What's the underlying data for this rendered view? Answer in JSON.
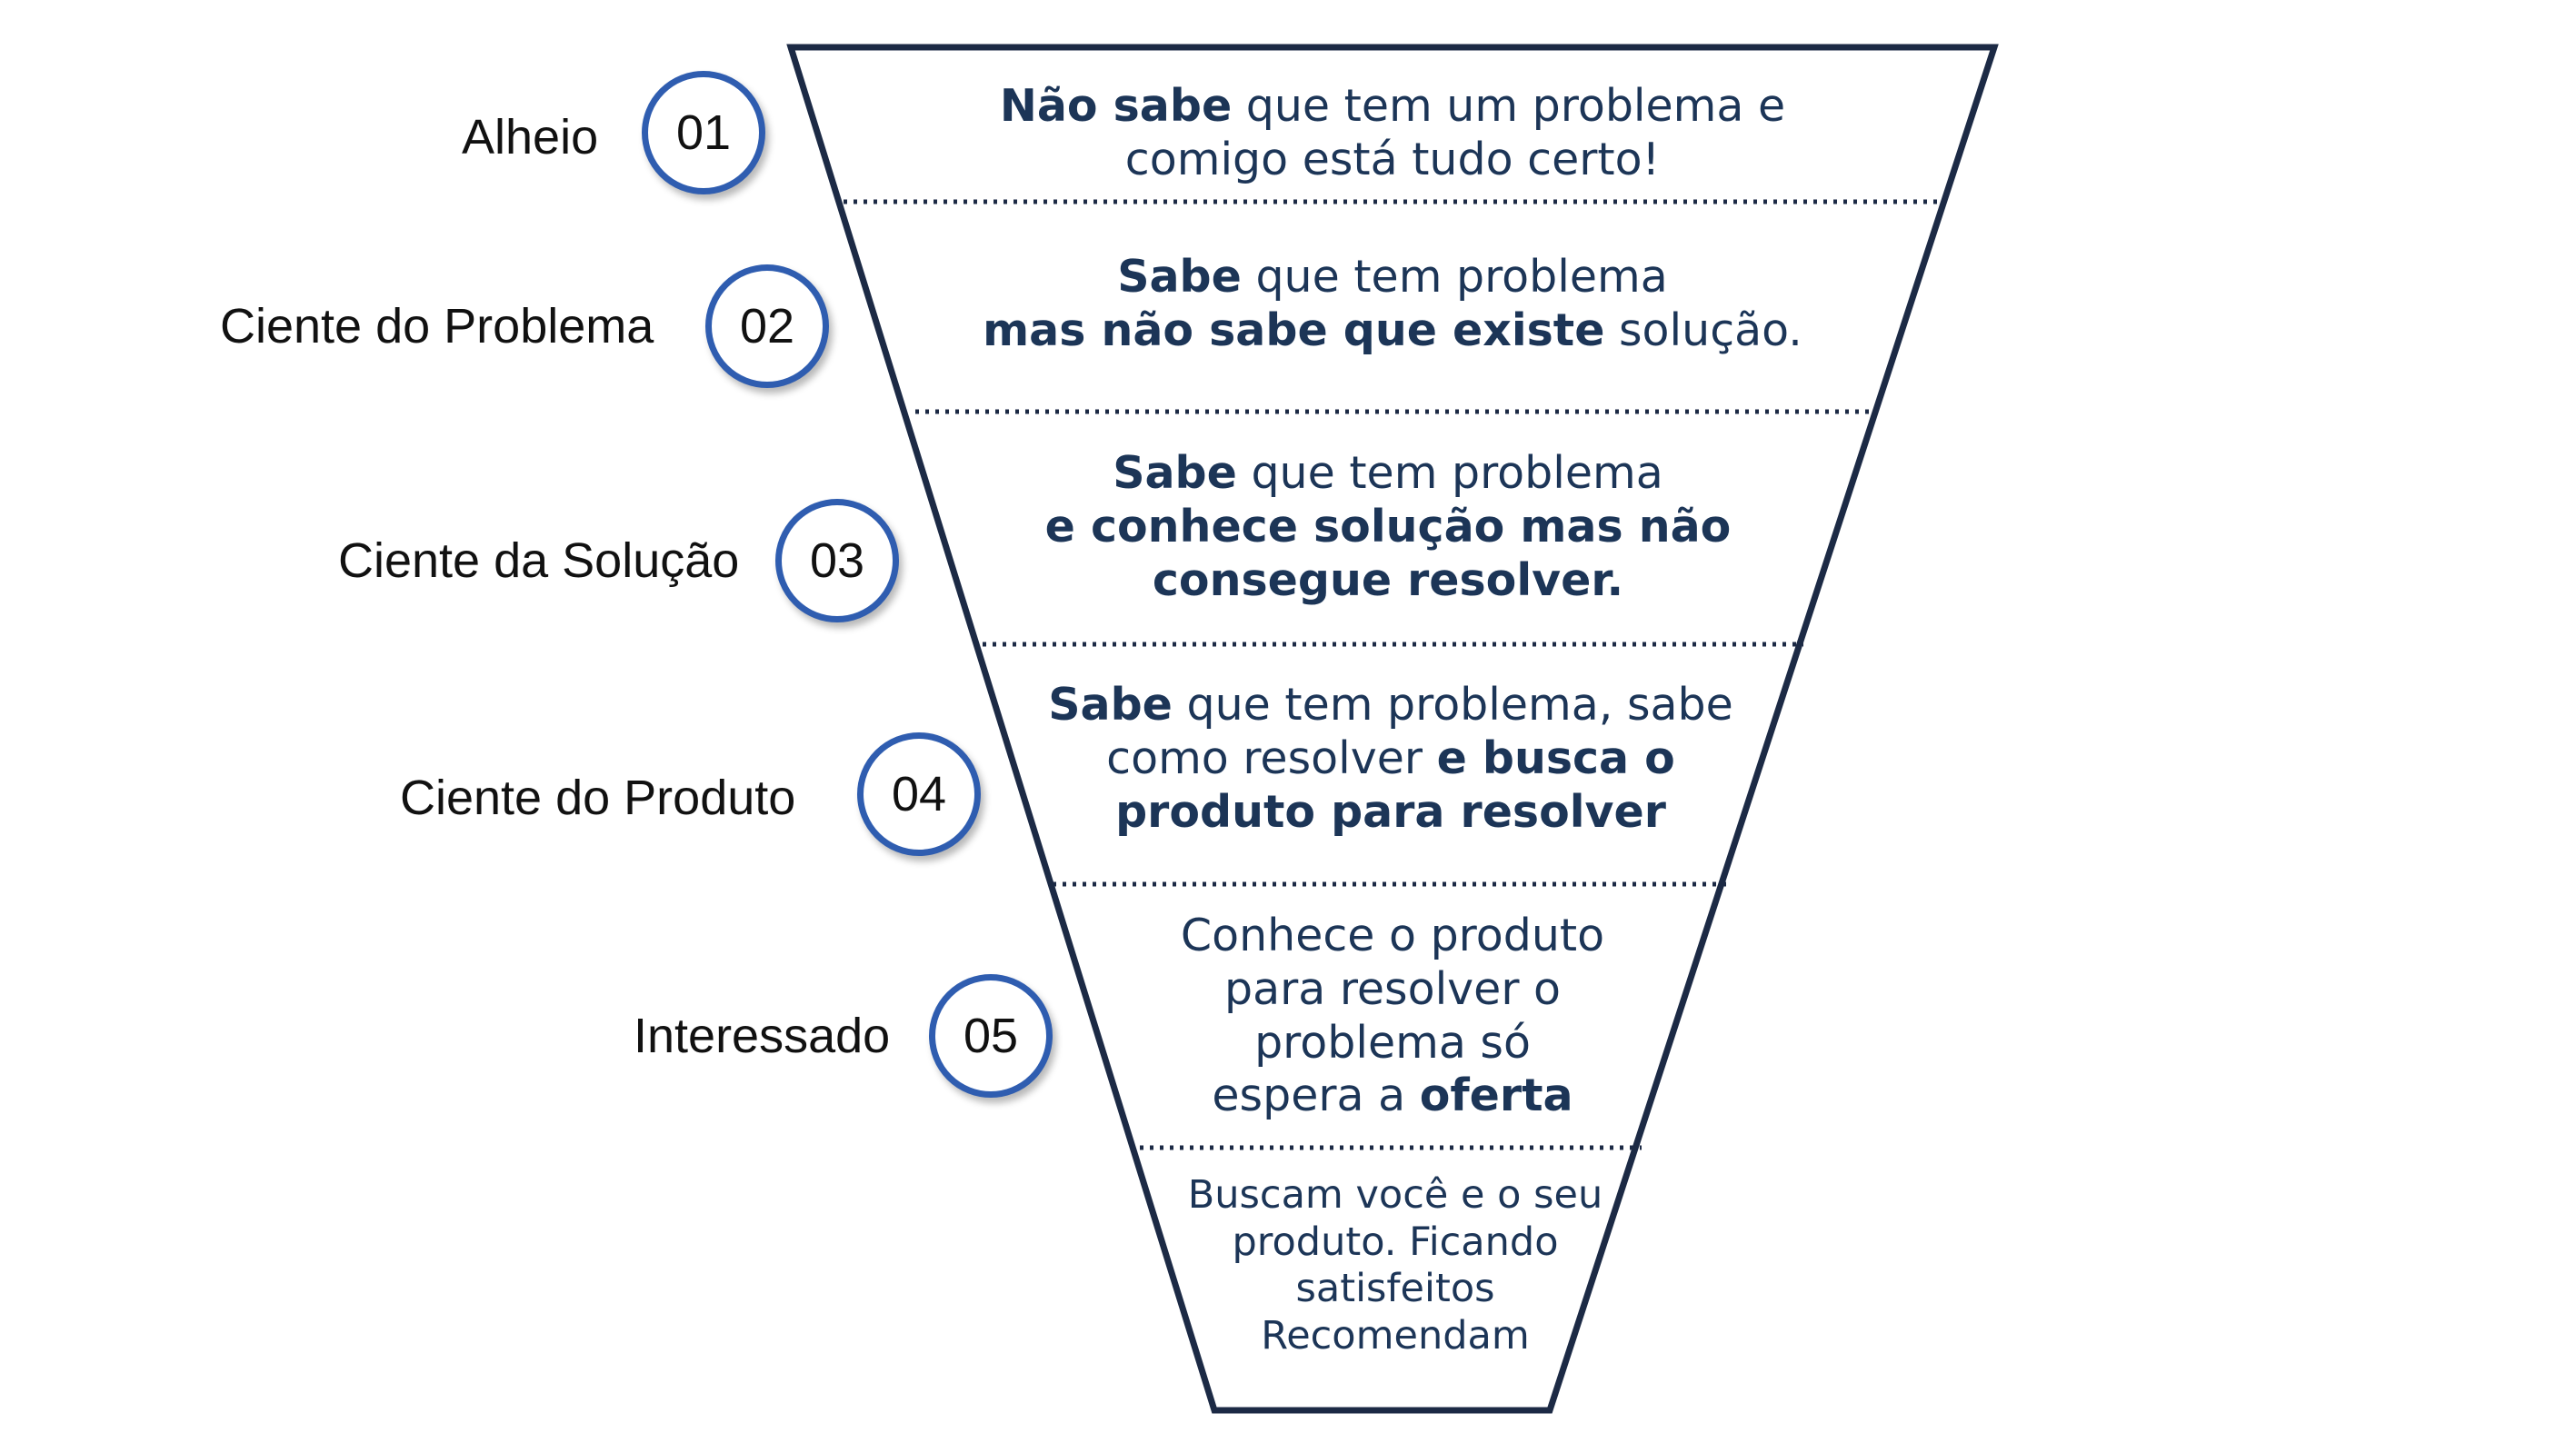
{
  "colors": {
    "funnel_stroke": "#1c2a45",
    "text_dark": "#1c3557",
    "circle_stroke": "#2f5db0",
    "divider": "#1c2a45"
  },
  "stages": [
    {
      "label": "Alheio",
      "number": "01",
      "lines": [
        [
          {
            "t": "Não sabe",
            "b": true
          },
          {
            "t": " que tem um problema e",
            "b": false
          }
        ],
        [
          {
            "t": "comigo está tudo certo!",
            "b": false
          }
        ]
      ]
    },
    {
      "label": "Ciente do Problema",
      "number": "02",
      "lines": [
        [
          {
            "t": "Sabe",
            "b": true
          },
          {
            "t": " que tem problema",
            "b": false
          }
        ],
        [
          {
            "t": "mas não sabe que existe",
            "b": true
          },
          {
            "t": " solução.",
            "b": false
          }
        ]
      ]
    },
    {
      "label": "Ciente da Solução",
      "number": "03",
      "lines": [
        [
          {
            "t": "Sabe",
            "b": true
          },
          {
            "t": " que tem problema",
            "b": false
          }
        ],
        [
          {
            "t": "e conhece solução mas não",
            "b": true
          }
        ],
        [
          {
            "t": "consegue resolver.",
            "b": true
          }
        ]
      ]
    },
    {
      "label": "Ciente do Produto",
      "number": "04",
      "lines": [
        [
          {
            "t": "Sabe",
            "b": true
          },
          {
            "t": " que tem problema, sabe",
            "b": false
          }
        ],
        [
          {
            "t": "como resolver ",
            "b": false
          },
          {
            "t": "e busca o",
            "b": true
          }
        ],
        [
          {
            "t": "produto para resolver",
            "b": true
          }
        ]
      ]
    },
    {
      "label": "Interessado",
      "number": "05",
      "lines": [
        [
          {
            "t": "Conhece o produto",
            "b": false
          }
        ],
        [
          {
            "t": "para resolver o",
            "b": false
          }
        ],
        [
          {
            "t": "problema só",
            "b": false
          }
        ],
        [
          {
            "t": "espera a ",
            "b": false
          },
          {
            "t": "oferta",
            "b": true
          }
        ]
      ]
    }
  ],
  "bottom": {
    "lines": [
      [
        {
          "t": "Buscam você e o seu",
          "b": false
        }
      ],
      [
        {
          "t": "produto. Ficando",
          "b": false
        }
      ],
      [
        {
          "t": "satisfeitos",
          "b": false
        }
      ],
      [
        {
          "t": "Recomendam",
          "b": false
        }
      ]
    ]
  }
}
